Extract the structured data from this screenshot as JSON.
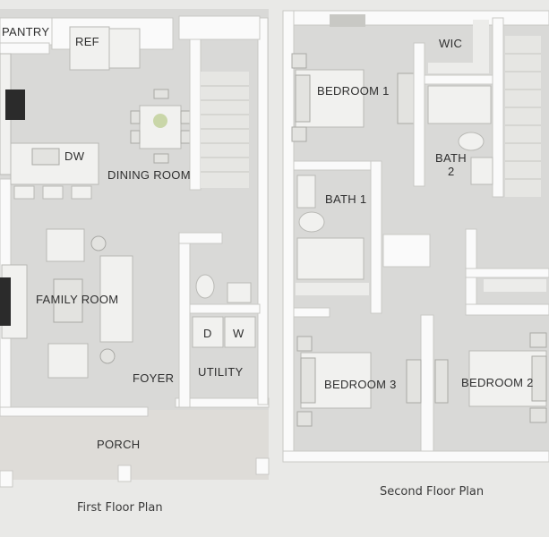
{
  "first_floor": {
    "caption": "First Floor Plan",
    "rooms": {
      "pantry": "PANTRY",
      "ref": "REF",
      "dw": "DW",
      "dining": "DINING ROOM",
      "family": "FAMILY ROOM",
      "foyer": "FOYER",
      "utility": "UTILITY",
      "porch": "PORCH",
      "dryer": "D",
      "washer": "W"
    }
  },
  "second_floor": {
    "caption": "Second Floor Plan",
    "rooms": {
      "bedroom1": "BEDROOM 1",
      "wic": "WIC",
      "bath2_line1": "BATH",
      "bath2_line2": "2",
      "bath1": "BATH 1",
      "bedroom3": "BEDROOM 3",
      "bedroom2": "BEDROOM 2"
    }
  }
}
